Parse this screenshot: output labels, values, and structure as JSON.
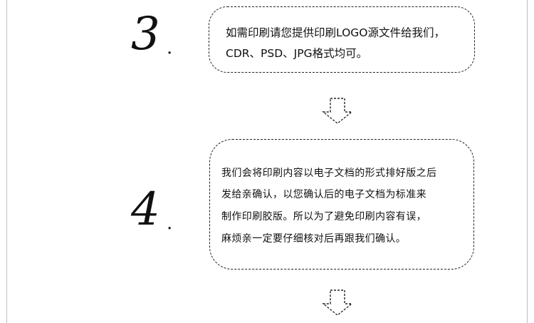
{
  "steps": [
    {
      "number": "3",
      "dot": ".",
      "lines": [
        "如需印刷请您提供印刷LOGO源文件给我们，",
        "CDR、PSD、JPG格式均可。"
      ]
    },
    {
      "number": "4",
      "dot": ".",
      "lines": [
        "我们会将印刷内容以电子文档的形式排好版之后",
        "发给亲确认，以您确认后的电子文档为标准来",
        "制作印刷胶版。所以为了避免印刷内容有误，",
        "麻烦亲一定要仔细核对后再跟我们确认。"
      ]
    }
  ],
  "icons": {
    "arrow": "dashed-down-arrow-icon"
  }
}
